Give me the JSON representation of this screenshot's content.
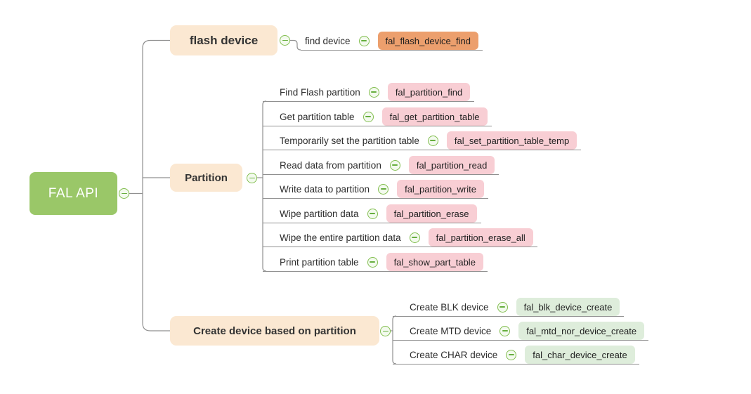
{
  "root": {
    "label": "FAL API"
  },
  "branches": {
    "flash": {
      "label": "flash device",
      "children": [
        {
          "label": "find device",
          "func": "fal_flash_device_find"
        }
      ]
    },
    "partition": {
      "label": "Partition",
      "children": [
        {
          "label": "Find Flash partition",
          "func": "fal_partition_find"
        },
        {
          "label": "Get partition table",
          "func": "fal_get_partition_table"
        },
        {
          "label": "Temporarily set the partition table",
          "func": "fal_set_partition_table_temp"
        },
        {
          "label": "Read data from partition",
          "func": "fal_partition_read"
        },
        {
          "label": "Write data to partition",
          "func": "fal_partition_write"
        },
        {
          "label": "Wipe partition data",
          "func": "fal_partition_erase"
        },
        {
          "label": "Wipe the entire partition data",
          "func": "fal_partition_erase_all"
        },
        {
          "label": "Print partition table",
          "func": "fal_show_part_table"
        }
      ]
    },
    "create": {
      "label": "Create device based on partition",
      "children": [
        {
          "label": "Create BLK device",
          "func": "fal_blk_device_create"
        },
        {
          "label": "Create MTD device",
          "func": "fal_mtd_nor_device_create"
        },
        {
          "label": "Create CHAR device",
          "func": "fal_char_device_create"
        }
      ]
    }
  },
  "icons": {
    "collapse": "minus-circle"
  },
  "colors": {
    "root_bg": "#9AC768",
    "branch_bg": "#FBE8D2",
    "chip_pink": "#F8CED4",
    "chip_orange": "#EC9F6D",
    "chip_green": "#DEEDDB",
    "wire": "#909090",
    "icon_ring": "#82BE4F"
  }
}
